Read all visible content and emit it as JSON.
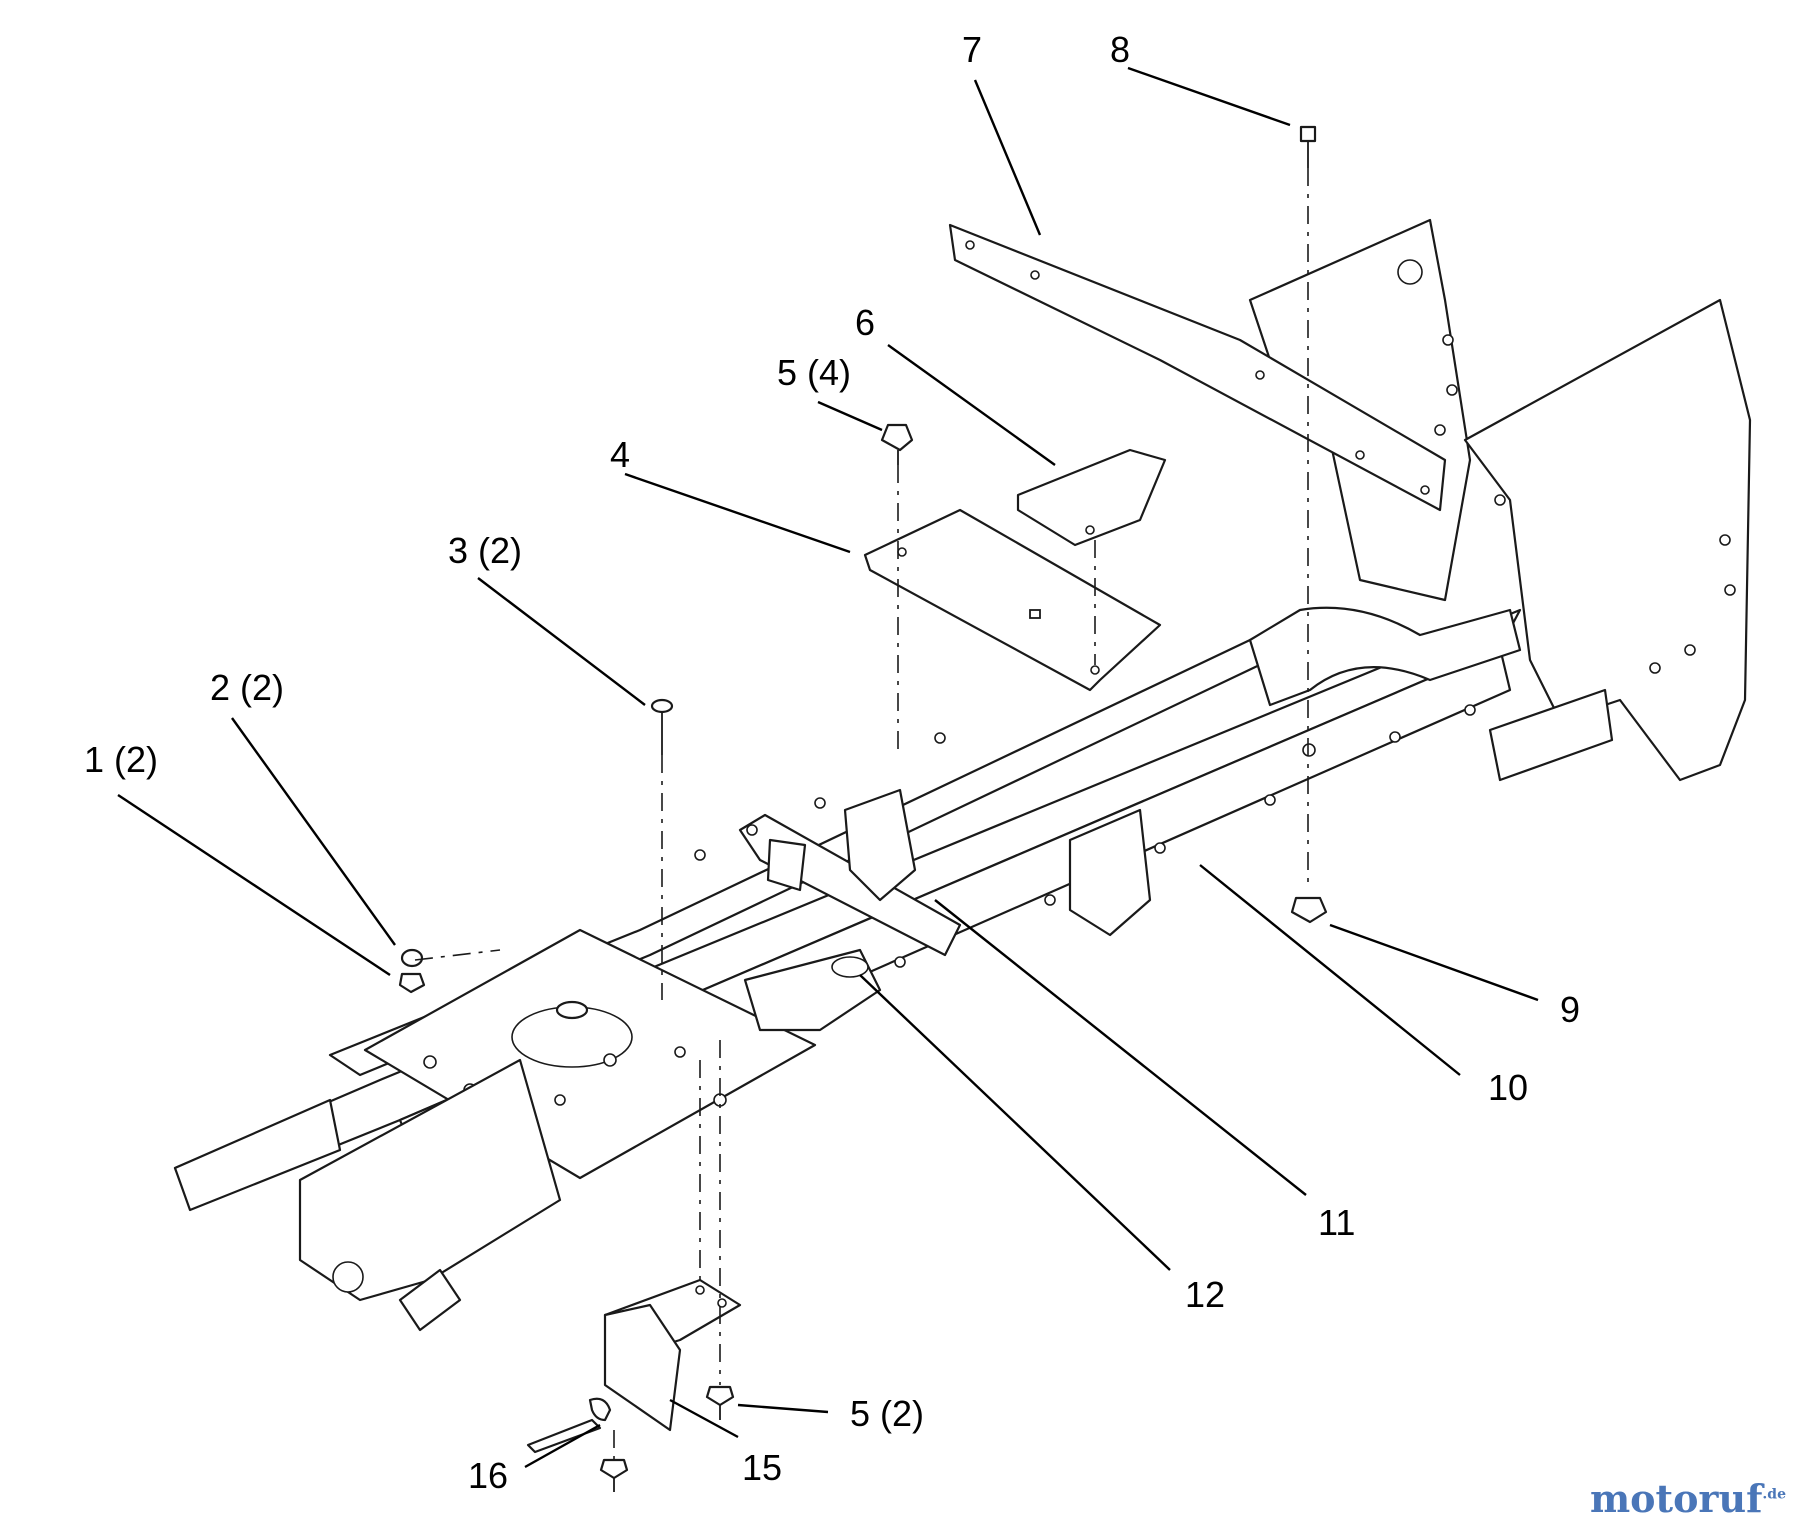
{
  "callouts": [
    {
      "id": "c1",
      "text": "1 (2)"
    },
    {
      "id": "c2",
      "text": "2 (2)"
    },
    {
      "id": "c3",
      "text": "3 (2)"
    },
    {
      "id": "c4",
      "text": "4"
    },
    {
      "id": "c5a",
      "text": "5 (4)"
    },
    {
      "id": "c5b",
      "text": "5 (2)"
    },
    {
      "id": "c6",
      "text": "6"
    },
    {
      "id": "c7",
      "text": "7"
    },
    {
      "id": "c8",
      "text": "8"
    },
    {
      "id": "c9",
      "text": "9"
    },
    {
      "id": "c10",
      "text": "10"
    },
    {
      "id": "c11",
      "text": "11"
    },
    {
      "id": "c12",
      "text": "12"
    },
    {
      "id": "c15",
      "text": "15"
    },
    {
      "id": "c16",
      "text": "16"
    }
  ],
  "watermark": {
    "brand": "motoruf",
    "tld": ".de",
    "color": "#4a76b8"
  }
}
